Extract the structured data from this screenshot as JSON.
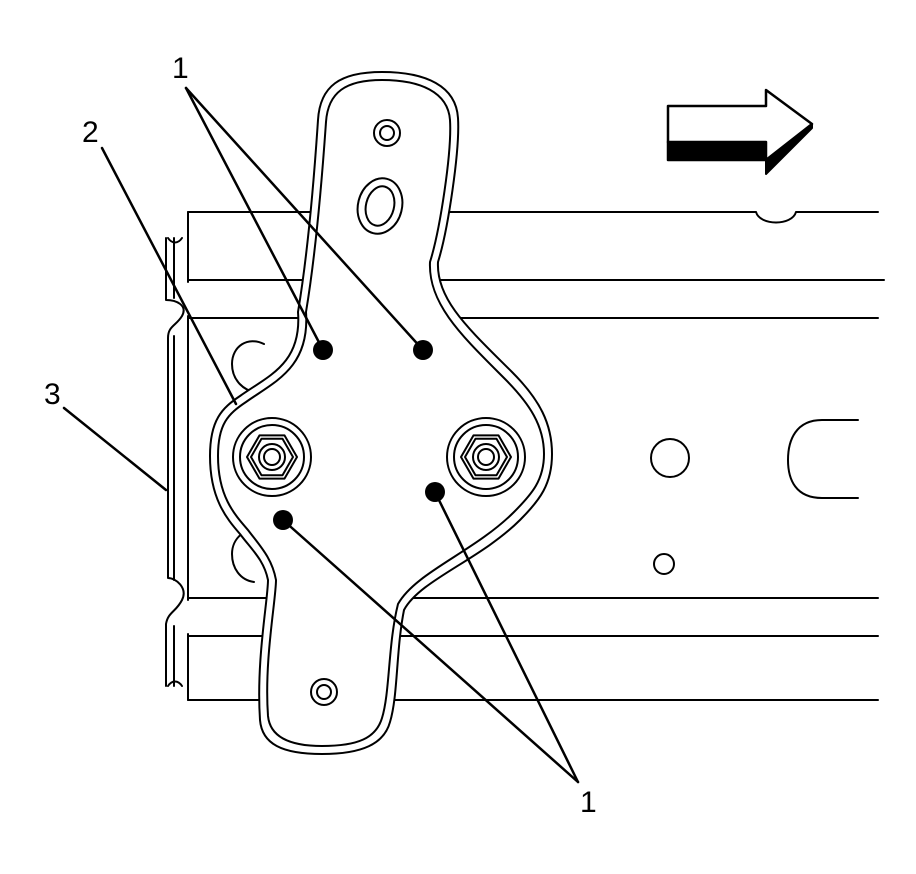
{
  "callouts": {
    "top": "1",
    "left_upper": "2",
    "left_lower": "3",
    "bottom": "1"
  },
  "colors": {
    "ink": "#000000",
    "paper": "#ffffff"
  },
  "icons": {
    "direction": "arrow-right-icon",
    "fastener": "hex-nut-icon",
    "weld": "weld-point-icon"
  }
}
